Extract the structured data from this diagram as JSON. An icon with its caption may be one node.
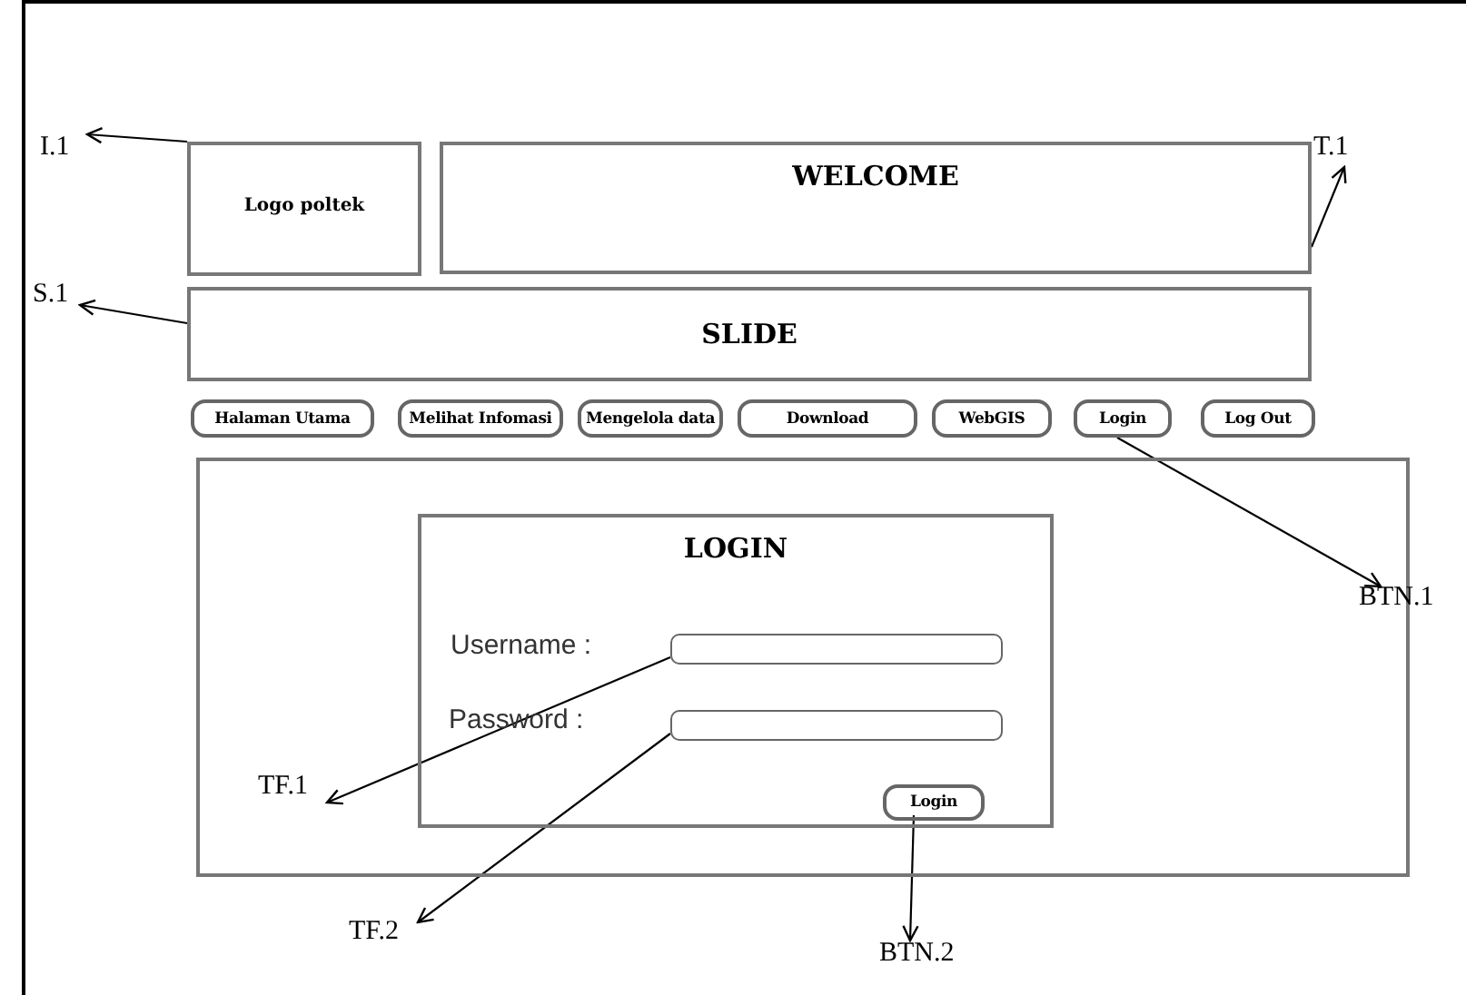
{
  "diagram": {
    "nodes": [
      {
        "text": [
          "I.1"
        ]
      },
      {
        "text": [
          "T.1"
        ]
      },
      {
        "text": [
          "Logo poltek"
        ]
      },
      {
        "text": [
          "WELCOME"
        ]
      },
      {
        "text": [
          "S.1"
        ]
      },
      {
        "text": [
          "SLIDE"
        ]
      },
      {
        "text": [
          "Halaman Utama"
        ]
      },
      {
        "text": [
          "Melihat Infomasi"
        ]
      },
      {
        "text": [
          "Mengelola data"
        ]
      },
      {
        "text": [
          "Download"
        ]
      },
      {
        "text": [
          "WebGIS"
        ]
      },
      {
        "text": [
          "Login"
        ]
      },
      {
        "text": [
          "Log Out"
        ]
      },
      {
        "text": [],
        "shape": "box"
      },
      {
        "text": [
          "LOGIN"
        ],
        "in": 13
      },
      {
        "text": [],
        "shape": "box",
        "in": 14,
        "beside": [
          "Username :"
        ]
      },
      {
        "text": [],
        "shape": "box",
        "in": 14,
        "beside": [
          "Password :"
        ]
      },
      {
        "text": [
          "Login"
        ],
        "in": 14
      },
      {
        "text": [
          "BTN.1"
        ]
      },
      {
        "text": [
          "TF.1"
        ],
        "in": 13
      },
      {
        "text": [
          "TF.2"
        ]
      },
      {
        "text": [
          "BTN.2"
        ]
      }
    ],
    "edges": [
      {
        "from": 2,
        "to": 0,
        "arrow": "to"
      },
      {
        "from": 3,
        "to": 1,
        "arrow": "to"
      },
      {
        "from": 5,
        "to": 4,
        "arrow": "to"
      },
      {
        "from": 11,
        "to": 18,
        "arrow": "to"
      },
      {
        "from": 15,
        "to": 19,
        "arrow": "to"
      },
      {
        "from": 16,
        "to": 20,
        "arrow": "to"
      },
      {
        "from": 17,
        "to": 21,
        "arrow": "to"
      }
    ]
  }
}
